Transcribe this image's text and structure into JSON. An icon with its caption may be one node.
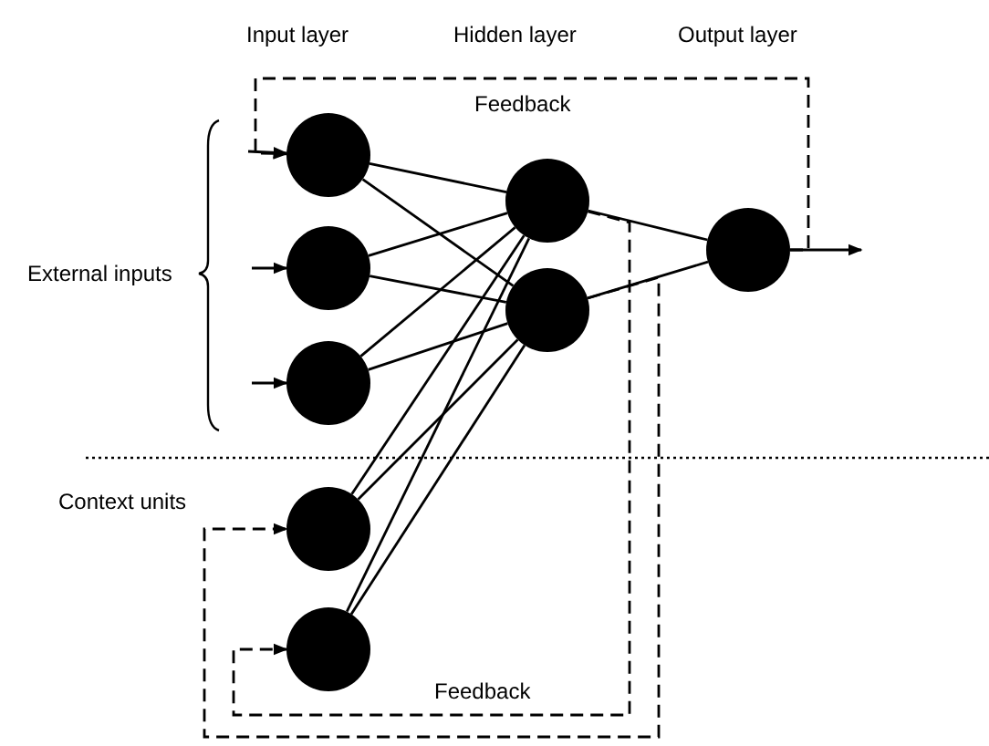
{
  "diagram": {
    "nodes": [
      {
        "text": [],
        "shape": "circle"
      },
      {
        "text": [],
        "shape": "circle"
      },
      {
        "text": [],
        "shape": "circle"
      },
      {
        "text": [],
        "shape": "circle"
      },
      {
        "text": [],
        "shape": "circle"
      },
      {
        "text": [],
        "shape": "circle"
      },
      {
        "text": [],
        "shape": "circle"
      },
      {
        "text": [],
        "shape": "circle"
      }
    ],
    "edges": [
      {
        "from": 0,
        "to": 5,
        "arrow": "none"
      },
      {
        "from": 0,
        "to": 6,
        "arrow": "none"
      },
      {
        "from": 1,
        "to": 5,
        "arrow": "none"
      },
      {
        "from": 1,
        "to": 6,
        "arrow": "none"
      },
      {
        "from": 2,
        "to": 5,
        "arrow": "none"
      },
      {
        "from": 2,
        "to": 6,
        "arrow": "none"
      },
      {
        "from": 3,
        "to": 5,
        "arrow": "none"
      },
      {
        "from": 3,
        "to": 6,
        "arrow": "none"
      },
      {
        "from": 4,
        "to": 5,
        "arrow": "none"
      },
      {
        "from": 4,
        "to": 6,
        "arrow": "none"
      },
      {
        "from": 5,
        "to": 7,
        "arrow": "none"
      },
      {
        "from": 6,
        "to": 7,
        "arrow": "none"
      },
      {
        "from": null,
        "to": 0,
        "arrow": "to"
      },
      {
        "from": null,
        "to": 1,
        "arrow": "to"
      },
      {
        "from": null,
        "to": 2,
        "arrow": "to"
      },
      {
        "from": 7,
        "to": null,
        "arrow": "to"
      },
      {
        "from": 7,
        "to": 0,
        "arrow": "to",
        "style": "dashed",
        "label": "Feedback"
      },
      {
        "from": 5,
        "to": 4,
        "arrow": "to",
        "style": "dashed",
        "label": "Feedback"
      },
      {
        "from": 6,
        "to": 3,
        "arrow": "to",
        "style": "dashed"
      }
    ],
    "labels": [
      "Input layer",
      "Hidden layer",
      "Output layer",
      "External inputs",
      "Context units"
    ]
  }
}
